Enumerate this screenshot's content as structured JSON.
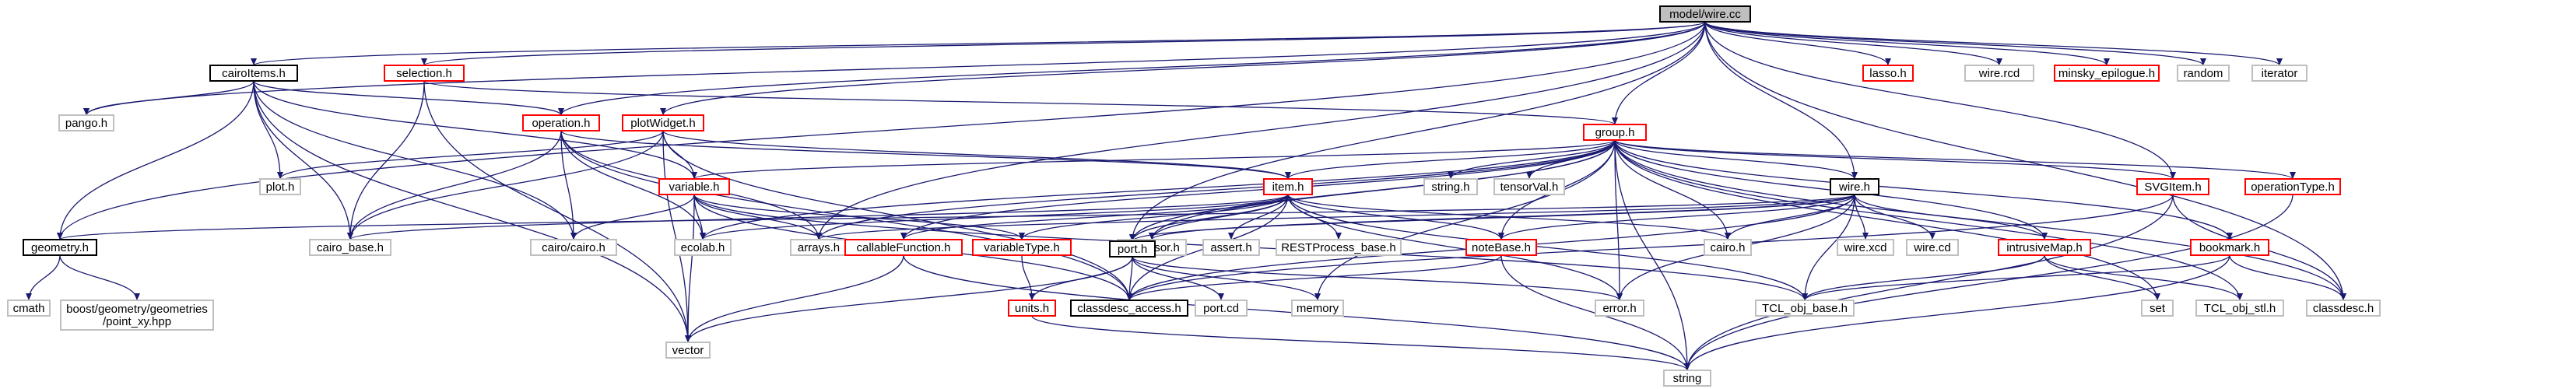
{
  "title": "model/wire.cc",
  "nodes": [
    {
      "id": "wire_cc",
      "label": "model/wire.cc",
      "kind": "root"
    },
    {
      "id": "cairoItems_h",
      "label": "cairoItems.h",
      "kind": "normal"
    },
    {
      "id": "selection_h",
      "label": "selection.h",
      "kind": "red"
    },
    {
      "id": "group_h",
      "label": "group.h",
      "kind": "red"
    },
    {
      "id": "lasso_h",
      "label": "lasso.h",
      "kind": "red"
    },
    {
      "id": "wire_rcd",
      "label": "wire.rcd",
      "kind": "gray"
    },
    {
      "id": "minsky_epilogue_h",
      "label": "minsky_epilogue.h",
      "kind": "red"
    },
    {
      "id": "random",
      "label": "random",
      "kind": "gray"
    },
    {
      "id": "iterator",
      "label": "iterator",
      "kind": "gray"
    },
    {
      "id": "pango_h",
      "label": "pango.h",
      "kind": "gray"
    },
    {
      "id": "operation_h",
      "label": "operation.h",
      "kind": "red"
    },
    {
      "id": "plotWidget_h",
      "label": "plotWidget.h",
      "kind": "red"
    },
    {
      "id": "plot_h",
      "label": "plot.h",
      "kind": "gray"
    },
    {
      "id": "variable_h",
      "label": "variable.h",
      "kind": "red"
    },
    {
      "id": "item_h",
      "label": "item.h",
      "kind": "red"
    },
    {
      "id": "string_h",
      "label": "string.h",
      "kind": "gray"
    },
    {
      "id": "tensorVal_h",
      "label": "tensorVal.h",
      "kind": "gray"
    },
    {
      "id": "wire_h",
      "label": "wire.h",
      "kind": "normal"
    },
    {
      "id": "SVGItem_h",
      "label": "SVGItem.h",
      "kind": "red"
    },
    {
      "id": "operationType_h",
      "label": "operationType.h",
      "kind": "red"
    },
    {
      "id": "geometry_h",
      "label": "geometry.h",
      "kind": "normal"
    },
    {
      "id": "cairo_base_h",
      "label": "cairo_base.h",
      "kind": "gray"
    },
    {
      "id": "cairo_cairo_h",
      "label": "cairo/cairo.h",
      "kind": "gray"
    },
    {
      "id": "ecolab_h",
      "label": "ecolab.h",
      "kind": "gray"
    },
    {
      "id": "arrays_h",
      "label": "arrays.h",
      "kind": "gray"
    },
    {
      "id": "callableFunction_h",
      "label": "callableFunction.h",
      "kind": "red"
    },
    {
      "id": "variableType_h",
      "label": "variableType.h",
      "kind": "red"
    },
    {
      "id": "accessor_h",
      "label": "accessor.h",
      "kind": "gray"
    },
    {
      "id": "assert_h",
      "label": "assert.h",
      "kind": "gray"
    },
    {
      "id": "RESTProcess_base_h",
      "label": "RESTProcess_base.h",
      "kind": "gray"
    },
    {
      "id": "noteBase_h",
      "label": "noteBase.h",
      "kind": "red"
    },
    {
      "id": "cairo_h",
      "label": "cairo.h",
      "kind": "gray"
    },
    {
      "id": "wire_xcd",
      "label": "wire.xcd",
      "kind": "gray"
    },
    {
      "id": "wire_cd",
      "label": "wire.cd",
      "kind": "gray"
    },
    {
      "id": "intrusiveMap_h",
      "label": "intrusiveMap.h",
      "kind": "red"
    },
    {
      "id": "bookmark_h",
      "label": "bookmark.h",
      "kind": "red"
    },
    {
      "id": "port_h",
      "label": "port.h",
      "kind": "normal"
    },
    {
      "id": "units_h",
      "label": "units.h",
      "kind": "red"
    },
    {
      "id": "classdesc_access_h",
      "label": "classdesc_access.h",
      "kind": "normal"
    },
    {
      "id": "port_cd",
      "label": "port.cd",
      "kind": "gray"
    },
    {
      "id": "memory",
      "label": "memory",
      "kind": "gray"
    },
    {
      "id": "error_h",
      "label": "error.h",
      "kind": "gray"
    },
    {
      "id": "TCL_obj_base_h",
      "label": "TCL_obj_base.h",
      "kind": "gray"
    },
    {
      "id": "set",
      "label": "set",
      "kind": "gray"
    },
    {
      "id": "TCL_obj_stl_h",
      "label": "TCL_obj_stl.h",
      "kind": "gray"
    },
    {
      "id": "classdesc_h",
      "label": "classdesc.h",
      "kind": "gray"
    },
    {
      "id": "cmath",
      "label": "cmath",
      "kind": "gray"
    },
    {
      "id": "boost_point_xy",
      "label": "boost/geometry/geometries\n/point_xy.hpp",
      "kind": "gray"
    },
    {
      "id": "vector",
      "label": "vector",
      "kind": "gray"
    },
    {
      "id": "string",
      "label": "string",
      "kind": "gray"
    }
  ],
  "edges": [
    [
      "wire_cc",
      "cairoItems_h"
    ],
    [
      "wire_cc",
      "selection_h"
    ],
    [
      "wire_cc",
      "group_h"
    ],
    [
      "wire_cc",
      "lasso_h"
    ],
    [
      "wire_cc",
      "wire_rcd"
    ],
    [
      "wire_cc",
      "minsky_epilogue_h"
    ],
    [
      "wire_cc",
      "random"
    ],
    [
      "wire_cc",
      "iterator"
    ],
    [
      "wire_cc",
      "pango_h"
    ],
    [
      "wire_cc",
      "geometry_h"
    ],
    [
      "wire_cc",
      "operation_h"
    ],
    [
      "wire_cc",
      "plotWidget_h"
    ],
    [
      "wire_cc",
      "wire_h"
    ],
    [
      "wire_cc",
      "SVGItem_h"
    ],
    [
      "wire_cc",
      "port_h"
    ],
    [
      "wire_cc",
      "classdesc_h"
    ],
    [
      "wire_cc",
      "arrays_h"
    ],
    [
      "cairoItems_h",
      "pango_h"
    ],
    [
      "cairoItems_h",
      "geometry_h"
    ],
    [
      "cairoItems_h",
      "plot_h"
    ],
    [
      "cairoItems_h",
      "variable_h"
    ],
    [
      "cairoItems_h",
      "operation_h"
    ],
    [
      "cairoItems_h",
      "cairo_base_h"
    ],
    [
      "cairoItems_h",
      "cairo_cairo_h"
    ],
    [
      "cairoItems_h",
      "vector"
    ],
    [
      "selection_h",
      "cairo_base_h"
    ],
    [
      "selection_h",
      "group_h"
    ],
    [
      "selection_h",
      "vector"
    ],
    [
      "operation_h",
      "cairo_cairo_h"
    ],
    [
      "operation_h",
      "ecolab_h"
    ],
    [
      "operation_h",
      "item_h"
    ],
    [
      "operation_h",
      "cairo_base_h"
    ],
    [
      "operation_h",
      "arrays_h"
    ],
    [
      "operation_h",
      "classdesc_access_h"
    ],
    [
      "plotWidget_h",
      "plot_h"
    ],
    [
      "plotWidget_h",
      "variable_h"
    ],
    [
      "plotWidget_h",
      "cairo_base_h"
    ],
    [
      "plotWidget_h",
      "item_h"
    ],
    [
      "plotWidget_h",
      "vector"
    ],
    [
      "plotWidget_h",
      "classdesc_access_h"
    ],
    [
      "group_h",
      "item_h"
    ],
    [
      "group_h",
      "variable_h"
    ],
    [
      "group_h",
      "string_h"
    ],
    [
      "group_h",
      "tensorVal_h"
    ],
    [
      "group_h",
      "wire_h"
    ],
    [
      "group_h",
      "SVGItem_h"
    ],
    [
      "group_h",
      "operationType_h"
    ],
    [
      "group_h",
      "bookmark_h"
    ],
    [
      "group_h",
      "port_h"
    ],
    [
      "group_h",
      "cairo_h"
    ],
    [
      "group_h",
      "memory"
    ],
    [
      "group_h",
      "error_h"
    ],
    [
      "group_h",
      "string"
    ],
    [
      "group_h",
      "classdesc_h"
    ],
    [
      "group_h",
      "arrays_h"
    ],
    [
      "group_h",
      "accessor_h"
    ],
    [
      "group_h",
      "ecolab_h"
    ],
    [
      "group_h",
      "intrusiveMap_h"
    ],
    [
      "group_h",
      "noteBase_h"
    ],
    [
      "group_h",
      "set"
    ],
    [
      "group_h",
      "TCL_obj_stl_h"
    ],
    [
      "group_h",
      "callableFunction_h"
    ],
    [
      "variable_h",
      "cairo_cairo_h"
    ],
    [
      "variable_h",
      "ecolab_h"
    ],
    [
      "variable_h",
      "arrays_h"
    ],
    [
      "variable_h",
      "variableType_h"
    ],
    [
      "variable_h",
      "classdesc_access_h"
    ],
    [
      "variable_h",
      "vector"
    ],
    [
      "variable_h",
      "TCL_obj_base_h"
    ],
    [
      "item_h",
      "cairo_base_h"
    ],
    [
      "item_h",
      "accessor_h"
    ],
    [
      "item_h",
      "assert_h"
    ],
    [
      "item_h",
      "RESTProcess_base_h"
    ],
    [
      "item_h",
      "noteBase_h"
    ],
    [
      "item_h",
      "port_h"
    ],
    [
      "item_h",
      "cairo_h"
    ],
    [
      "item_h",
      "error_h"
    ],
    [
      "item_h",
      "classdesc_access_h"
    ],
    [
      "item_h",
      "TCL_obj_base_h"
    ],
    [
      "item_h",
      "variableType_h"
    ],
    [
      "item_h",
      "callableFunction_h"
    ],
    [
      "item_h",
      "ecolab_h"
    ],
    [
      "wire_h",
      "cairo_h"
    ],
    [
      "wire_h",
      "wire_xcd"
    ],
    [
      "wire_h",
      "wire_cd"
    ],
    [
      "wire_h",
      "intrusiveMap_h"
    ],
    [
      "wire_h",
      "classdesc_access_h"
    ],
    [
      "wire_h",
      "error_h"
    ],
    [
      "wire_h",
      "TCL_obj_base_h"
    ],
    [
      "wire_h",
      "noteBase_h"
    ],
    [
      "wire_h",
      "port_h"
    ],
    [
      "wire_h",
      "geometry_h"
    ],
    [
      "wire_h",
      "arrays_h"
    ],
    [
      "wire_h",
      "accessor_h"
    ],
    [
      "SVGItem_h",
      "classdesc_h"
    ],
    [
      "SVGItem_h",
      "string"
    ],
    [
      "SVGItem_h",
      "classdesc_access_h"
    ],
    [
      "operationType_h",
      "string"
    ],
    [
      "geometry_h",
      "cmath"
    ],
    [
      "geometry_h",
      "boost_point_xy"
    ],
    [
      "callableFunction_h",
      "vector"
    ],
    [
      "callableFunction_h",
      "string"
    ],
    [
      "variableType_h",
      "units_h"
    ],
    [
      "noteBase_h",
      "classdesc_access_h"
    ],
    [
      "noteBase_h",
      "string"
    ],
    [
      "intrusiveMap_h",
      "set"
    ],
    [
      "intrusiveMap_h",
      "TCL_obj_stl_h"
    ],
    [
      "intrusiveMap_h",
      "TCL_obj_base_h"
    ],
    [
      "bookmark_h",
      "classdesc_h"
    ],
    [
      "bookmark_h",
      "string"
    ],
    [
      "bookmark_h",
      "TCL_obj_base_h"
    ],
    [
      "port_h",
      "vector"
    ],
    [
      "port_h",
      "classdesc_access_h"
    ],
    [
      "port_h",
      "port_cd"
    ],
    [
      "port_h",
      "memory"
    ],
    [
      "port_h",
      "units_h"
    ],
    [
      "port_h",
      "error_h"
    ],
    [
      "units_h",
      "string"
    ]
  ],
  "colors": {
    "edge": "#191970",
    "root_fill": "#bfbfbf",
    "red_border": "#ff0000",
    "gray_border": "#bfbfbf",
    "normal_border": "#000000",
    "text": "#000000"
  }
}
